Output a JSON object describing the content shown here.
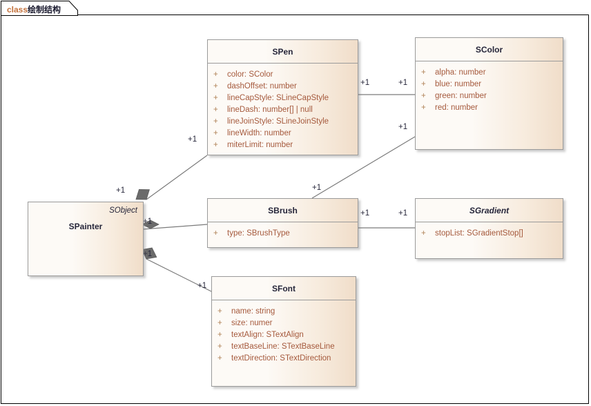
{
  "diagram": {
    "tab_keyword": "class",
    "tab_title": "绘制结构",
    "multiplicity": "+1"
  },
  "classes": {
    "spainter": {
      "name": "SPainter",
      "stereotype": "SObject",
      "attributes": []
    },
    "spen": {
      "name": "SPen",
      "attributes": [
        {
          "vis": "+",
          "sig": "color: SColor"
        },
        {
          "vis": "+",
          "sig": "dashOffset: number"
        },
        {
          "vis": "+",
          "sig": "lineCapStyle: SLineCapStyle"
        },
        {
          "vis": "+",
          "sig": "lineDash: number[] | null"
        },
        {
          "vis": "+",
          "sig": "lineJoinStyle: SLineJoinStyle"
        },
        {
          "vis": "+",
          "sig": "lineWidth: number"
        },
        {
          "vis": "+",
          "sig": "miterLimit: number"
        }
      ]
    },
    "scolor": {
      "name": "SColor",
      "attributes": [
        {
          "vis": "+",
          "sig": "alpha: number"
        },
        {
          "vis": "+",
          "sig": "blue: number"
        },
        {
          "vis": "+",
          "sig": "green: number"
        },
        {
          "vis": "+",
          "sig": "red: number"
        }
      ]
    },
    "sbrush": {
      "name": "SBrush",
      "attributes": [
        {
          "vis": "+",
          "sig": "type: SBrushType"
        }
      ]
    },
    "sgradient": {
      "name": "SGradient",
      "abstract": true,
      "attributes": [
        {
          "vis": "+",
          "sig": "stopList: SGradientStop[]"
        }
      ]
    },
    "sfont": {
      "name": "SFont",
      "attributes": [
        {
          "vis": "+",
          "sig": "name: string"
        },
        {
          "vis": "+",
          "sig": "size: numer"
        },
        {
          "vis": "+",
          "sig": "textAlign: STextAlign"
        },
        {
          "vis": "+",
          "sig": "textBaseLine: STextBaseLine"
        },
        {
          "vis": "+",
          "sig": "textDirection: STextDirection"
        }
      ]
    }
  },
  "relations": [
    {
      "id": "painter-pen",
      "from": "SPainter",
      "to": "SPen",
      "type": "composition",
      "from_mult": "+1",
      "to_mult": "+1"
    },
    {
      "id": "painter-brush",
      "from": "SPainter",
      "to": "SBrush",
      "type": "composition",
      "from_mult": "+1",
      "to_mult": "+1"
    },
    {
      "id": "painter-font",
      "from": "SPainter",
      "to": "SFont",
      "type": "composition",
      "from_mult": "+1",
      "to_mult": "+1"
    },
    {
      "id": "pen-color",
      "from": "SPen",
      "to": "SColor",
      "type": "association",
      "from_mult": "+1",
      "to_mult": "+1"
    },
    {
      "id": "brush-color",
      "from": "SBrush",
      "to": "SColor",
      "type": "association",
      "from_mult": "+1",
      "to_mult": "+1"
    },
    {
      "id": "brush-gradient",
      "from": "SBrush",
      "to": "SGradient",
      "type": "association",
      "from_mult": "+1",
      "to_mult": "+1"
    }
  ],
  "colors": {
    "box_fill_light": "#fdfaf6",
    "box_fill_dark": "#f0ddc9",
    "box_border": "#9a9a9a",
    "title_text": "#26263a",
    "attr_text": "#a5593c",
    "vis_text": "#b08256",
    "connector": "#7a7a7a",
    "diamond_fill": "#6b6b6b",
    "keyword": "#c2703a"
  }
}
